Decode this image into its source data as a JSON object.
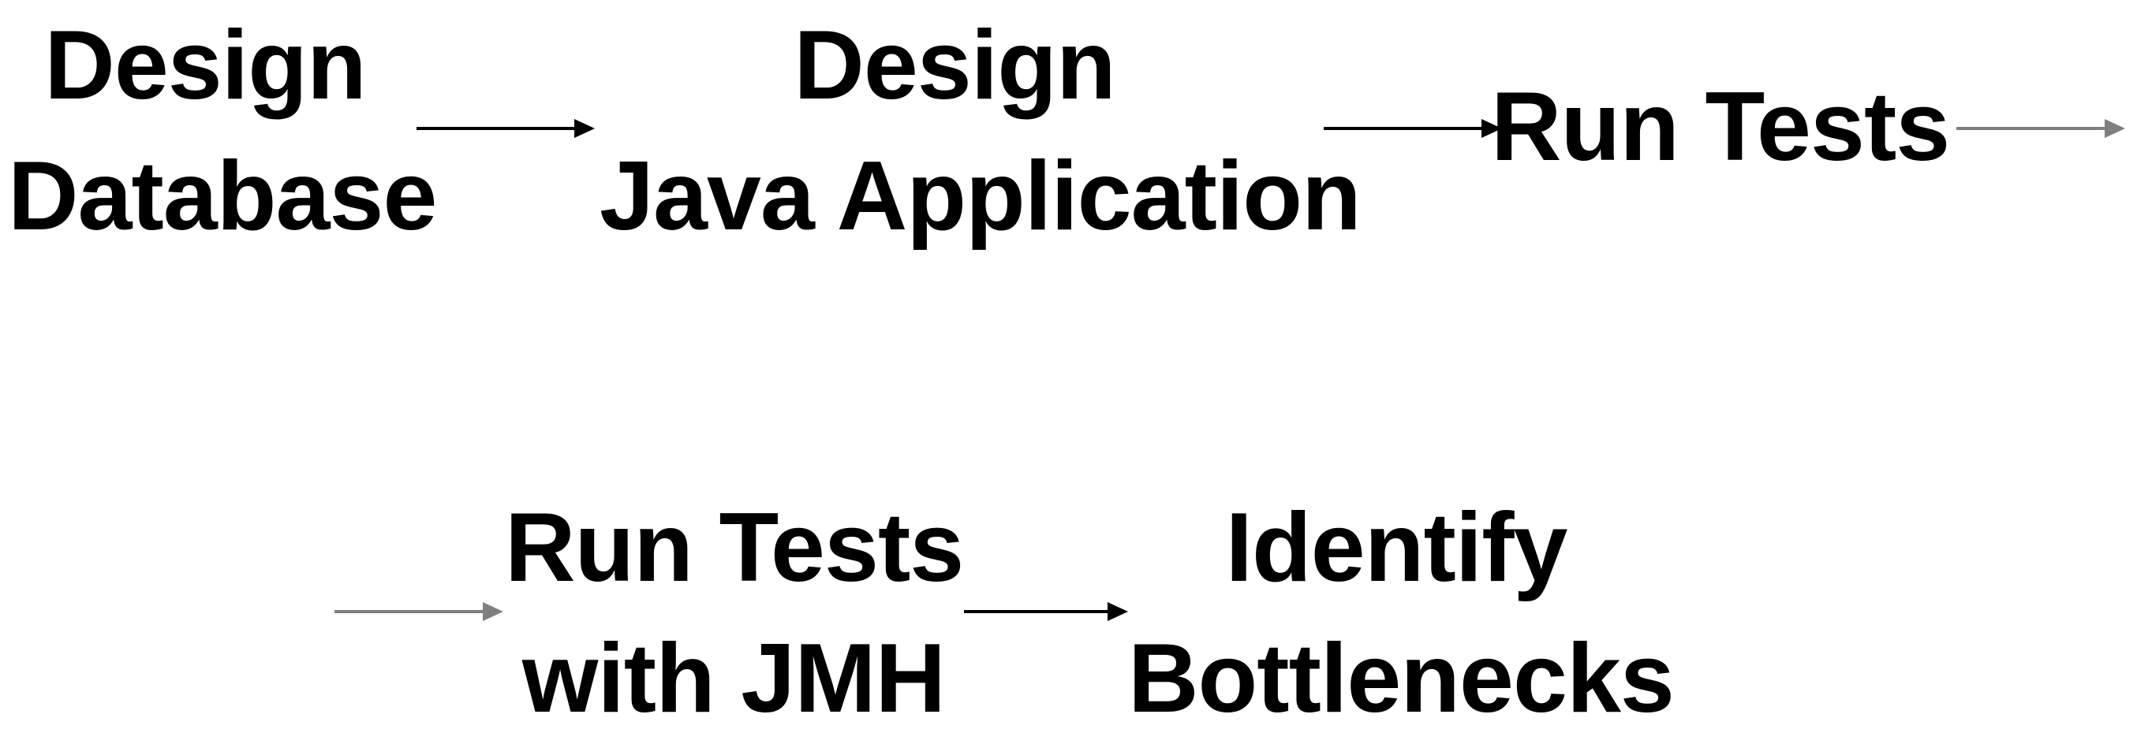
{
  "steps": [
    {
      "line1": "Design",
      "line2": "Database"
    },
    {
      "line1": "Design",
      "line2": "Java Application"
    },
    {
      "line1": "Run Tests"
    },
    {
      "line1": "Run Tests",
      "line2": "with JMH"
    },
    {
      "line1": "Identify",
      "line2": "Bottlenecks"
    }
  ],
  "arrows": [
    {
      "from": "Design Database",
      "to": "Design Java Application",
      "color": "#000000"
    },
    {
      "from": "Design Java Application",
      "to": "Run Tests",
      "color": "#000000"
    },
    {
      "from": "Run Tests",
      "to": "Run Tests with JMH",
      "color": "#7f7f7f"
    },
    {
      "from": "Run Tests",
      "to": "Run Tests with JMH",
      "color": "#7f7f7f"
    },
    {
      "from": "Run Tests with JMH",
      "to": "Identify Bottlenecks",
      "color": "#000000"
    }
  ]
}
